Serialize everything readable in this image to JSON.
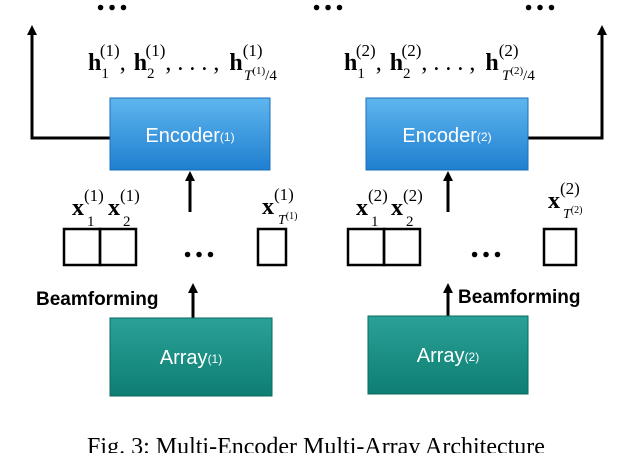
{
  "ellipsis": "…",
  "panels": [
    {
      "id": "1",
      "encoder": {
        "label": "Encoder",
        "sup": "(1)"
      },
      "array": {
        "label": "Array",
        "sup": "(1)"
      },
      "beamforming": "Beamforming",
      "outputs": {
        "h1": {
          "base": "h",
          "sub": "1",
          "sup": "(1)"
        },
        "h2": {
          "base": "h",
          "sub": "2",
          "sup": "(1)"
        },
        "sep": ", . . . ,",
        "hT": {
          "base": "h",
          "sub": "T",
          "subsup": "(1)",
          "subtail": "/4",
          "sup": "(1)"
        },
        "comma": ","
      },
      "inputs": {
        "x1": {
          "base": "x",
          "sub": "1",
          "sup": "(1)"
        },
        "x2": {
          "base": "x",
          "sub": "2",
          "sup": "(1)"
        },
        "xT": {
          "base": "x",
          "sub": "T",
          "subsup": "(1)",
          "sup": "(1)"
        }
      }
    },
    {
      "id": "2",
      "encoder": {
        "label": "Encoder",
        "sup": "(2)"
      },
      "array": {
        "label": "Array",
        "sup": "(2)"
      },
      "beamforming": "Beamforming",
      "outputs": {
        "h1": {
          "base": "h",
          "sub": "1",
          "sup": "(2)"
        },
        "h2": {
          "base": "h",
          "sub": "2",
          "sup": "(2)"
        },
        "sep": ", . . . ,",
        "hT": {
          "base": "h",
          "sub": "T",
          "subsup": "(2)",
          "subtail": "/4",
          "sup": "(2)"
        },
        "comma": ","
      },
      "inputs": {
        "x1": {
          "base": "x",
          "sub": "1",
          "sup": "(2)"
        },
        "x2": {
          "base": "x",
          "sub": "2",
          "sup": "(2)"
        },
        "xT": {
          "base": "x",
          "sub": "T",
          "subsup": "(2)",
          "sup": "(2)"
        }
      }
    }
  ],
  "caption": "Fig. 3: Multi-Encoder Multi-Array Architecture",
  "colors": {
    "encoder_top": "#5fb6ee",
    "encoder_bottom": "#1f7fd0",
    "array_top": "#2aa197",
    "array_bottom": "#0e7e72",
    "ink": "#000000",
    "box_text": "#ffffff"
  }
}
